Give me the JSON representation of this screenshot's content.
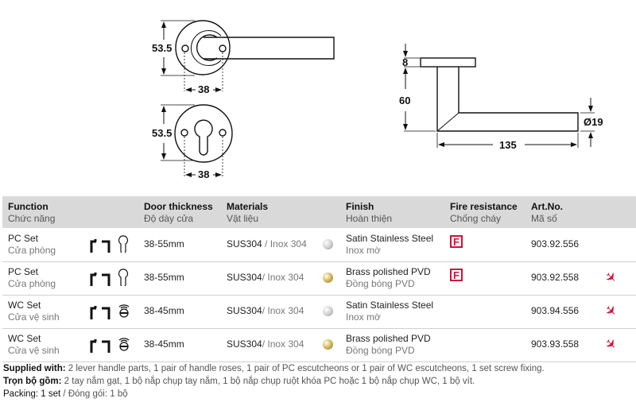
{
  "drawings": {
    "front_height": "53.5",
    "front_width": "38",
    "escutcheon_height": "53.5",
    "escutcheon_width": "38",
    "rose_thickness": "8",
    "projection": "60",
    "lever_length": "135",
    "lever_diameter": "Ø19"
  },
  "table": {
    "headers": [
      {
        "en": "Function",
        "vi": "Chức năng"
      },
      {
        "en": "Door thickness",
        "vi": "Độ dày cửa"
      },
      {
        "en": "Materials",
        "vi": "Vật liệu"
      },
      {
        "en": "Finish",
        "vi": "Hoàn thiện"
      },
      {
        "en": "Fire resistance",
        "vi": "Chống cháy"
      },
      {
        "en": "Art.No.",
        "vi": "Mã số"
      }
    ],
    "rows": [
      {
        "function_en": "PC Set",
        "function_vi": "Cửa phòng",
        "type_icon": "pc-keyhole-icon",
        "door": "38-55mm",
        "mat_a": "SUS304",
        "mat_b": " / Inox 304",
        "finish_color": "#c8c8c8",
        "finish_en": "Satin Stainless Steel",
        "finish_vi": "Inox mờ",
        "fire": "F",
        "art": "903.92.556",
        "air": false
      },
      {
        "function_en": "PC Set",
        "function_vi": "Cửa phòng",
        "type_icon": "pc-keyhole-icon",
        "door": "38-55mm",
        "mat_a": "SUS304",
        "mat_b": "/ Inox 304",
        "finish_color": "#c9a93a",
        "finish_en": "Brass polished PVD",
        "finish_vi": "Đồng bóng PVD",
        "fire": "F",
        "art": "903.92.558",
        "air": true
      },
      {
        "function_en": "WC Set",
        "function_vi": "Cửa vệ sinh",
        "type_icon": "wc-turn-icon",
        "door": "38-45mm",
        "mat_a": "SUS304",
        "mat_b": "/ Inox 304",
        "finish_color": "#c8c8c8",
        "finish_en": "Satin Stainless Steel",
        "finish_vi": "Inox mờ",
        "fire": "",
        "art": "903.94.556",
        "air": true
      },
      {
        "function_en": "WC Set",
        "function_vi": "Cửa vệ sinh",
        "type_icon": "wc-turn-icon",
        "door": "38-45mm",
        "mat_a": "SUS304",
        "mat_b": "/ Inox 304",
        "finish_color": "#c9a93a",
        "finish_en": "Brass polished PVD",
        "finish_vi": "Đồng bóng PVD",
        "fire": "",
        "art": "903.93.558",
        "air": true
      }
    ]
  },
  "footer": {
    "supplied_label": "Supplied with:",
    "supplied_text": " 2 lever handle parts, 1 pair of handle roses, 1 pair of PC escutcheons or 1 pair of WC escutcheons, 1 set screw fixing.",
    "tron_label": "Trọn bộ gồm:",
    "tron_text": " 2 tay nắm gạt, 1 bộ nắp chụp tay nắm, 1 bộ nắp chụp ruột khóa PC hoặc 1 bộ nắp chụp WC, 1 bộ vít.",
    "packing_label": "Packing: 1 set",
    "packing_text": " / Đóng gói: 1 bộ"
  },
  "colors": {
    "accent": "#d0103a",
    "header_bg": "#d9d9d9"
  }
}
